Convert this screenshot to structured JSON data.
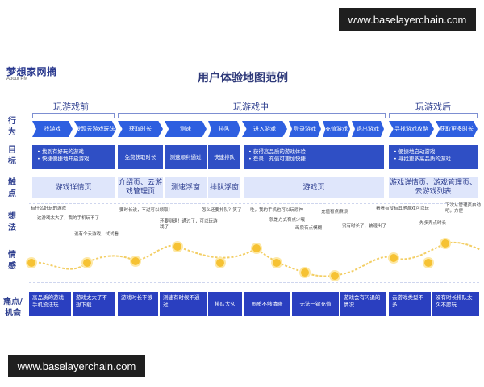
{
  "watermark_top": "www.baselayerchain.com",
  "watermark_bottom": "www.baselayerchain.com",
  "brand": {
    "name": "梦想家网摘",
    "sub": "About PM"
  },
  "title": "用户体验地图范例",
  "row_labels": [
    "行为",
    "目标",
    "触点",
    "想法",
    "情感",
    "痛点/机会"
  ],
  "phases": [
    "玩游戏前",
    "玩游戏中",
    "玩游戏后"
  ],
  "steps": [
    "找游戏",
    "发现云游戏玩法",
    "获取时长",
    "测速",
    "排队",
    "进入游戏",
    "登录游戏",
    "充值游戏",
    "退出游戏",
    "寻找游戏攻略",
    "获取更多时长"
  ],
  "goals": [
    [
      "• 找到有好玩的游戏",
      "• 快捷便捷地开启游戏"
    ],
    [
      "免费获取时长"
    ],
    [
      "测速顺利通过"
    ],
    [
      "快速排队"
    ],
    [
      "• 获得高品质的游戏体验",
      "• 登录、充值可更加快捷"
    ],
    [
      "• 便捷地启动游戏",
      "• 寻找更多高品质的游戏"
    ]
  ],
  "touchpoints": [
    "游戏详情页",
    "介绍页、云游戏管理页",
    "测速浮窗",
    "排队浮窗",
    "游戏页",
    "游戏详情页、游戏管理页、云游戏列表"
  ],
  "thoughts": [
    "有什么好玩的游戏",
    "这游戏太大了，我的手机玩不了",
    "诶有个云游戏，试试看",
    "要时长诶，不过可以领取！",
    "还要测速！通过了，可以玩游戏了",
    "怎么还要排队？笑了",
    "哇，我的手机也可以玩原神",
    "就是方式有点少哦",
    "画质有点模糊",
    "充值有点麻烦",
    "没有时长了，被退出了",
    "看看有没有其他游戏可以玩",
    "先多弄点时长",
    "下次从管理页启动吧，方便"
  ],
  "pains": [
    "高品质的游戏手机没法玩",
    "游戏太大了不想下载",
    "游戏时长不够",
    "测速有时候不通过",
    "排队太久",
    "画质不够清晰",
    "无法一键充值",
    "游戏会有闪退的情况",
    "云游戏类型不多",
    "没有时长排队太久不愿玩"
  ],
  "colors": {
    "step": "#2e5fe0",
    "goal": "#2f4fc5",
    "touch": "#dfe6fb",
    "pain": "#2a3fc0",
    "curve": "#f3ce64",
    "face": "#f6c233"
  }
}
